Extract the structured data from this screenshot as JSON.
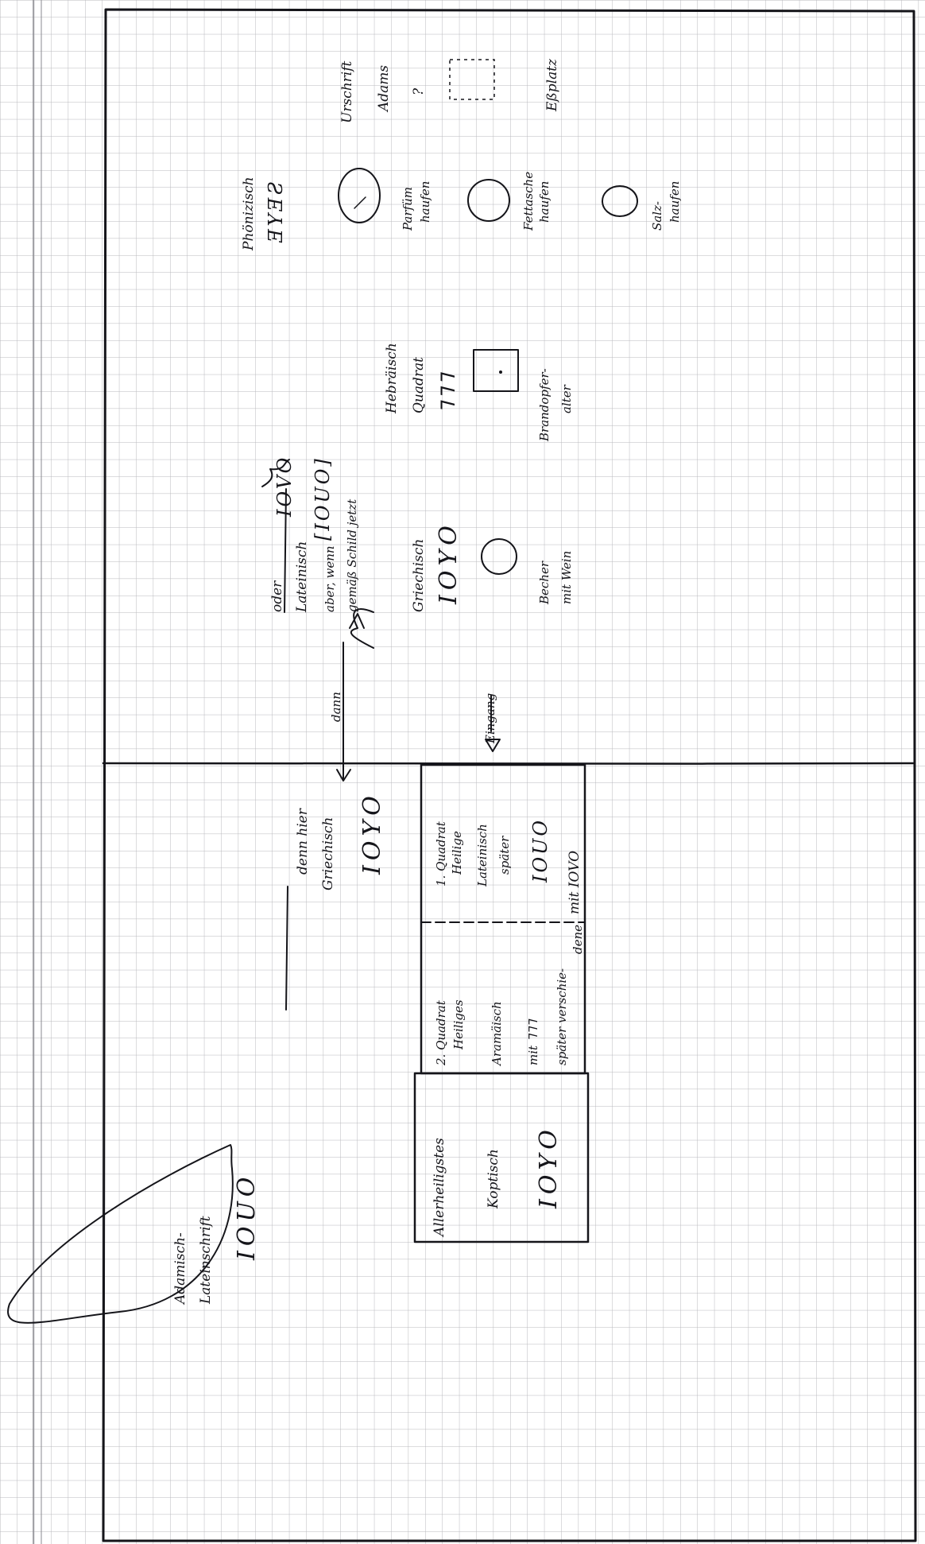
{
  "diagram": {
    "right_panel": {
      "phoenician": {
        "label": "Phönizisch",
        "script": "ƎYƎƧ"
      },
      "top_right": {
        "line1": "Urschrift",
        "line2": "Adams",
        "mark": "?"
      },
      "parfum": {
        "line1": "Parfüm",
        "line2": "haufen"
      },
      "fett": {
        "line1": "Fettasche",
        "line2": "haufen"
      },
      "essplatz": "Eßplatz",
      "salz": {
        "line1": "Salz-",
        "line2": "haufen"
      },
      "hebrew": {
        "label": "Hebräisch",
        "sub": "Quadrat",
        "script": "ᒣᒣᒣ"
      },
      "brand": {
        "line1": "Brandopfer-",
        "line2": "alter"
      },
      "alt_note": {
        "oder": "oder",
        "latin": "Lateinisch",
        "code_a": "IOVO",
        "code_b": "[IOUO]",
        "aber": "aber, wenn",
        "gemaess": "gemäß Schild jetzt"
      },
      "greek": {
        "label": "Griechisch",
        "code": "IOYO"
      },
      "becher": {
        "line1": "Becher",
        "line2": "mit Wein"
      },
      "dann": "dann",
      "eingang": "Eingang"
    },
    "left_panel": {
      "denn_hier": {
        "line1": "denn hier",
        "line2": "Griechisch",
        "code": "IOYO"
      },
      "table": {
        "col1": [
          "1. Quadrat",
          "Heilige",
          "Lateinisch",
          "später",
          "IOUO",
          "mit IOVO"
        ],
        "col2": [
          "2. Quadrat",
          "Heiliges",
          "Aramäisch",
          "mit ᒣᒣᒣ",
          "später verschie-",
          "dene"
        ],
        "col3": [
          "Allerheiligstes",
          "Koptisch",
          "IOYO"
        ]
      },
      "oval": {
        "line1": "Adamisch-",
        "line2": "Lateinschrift",
        "code": "IOUO"
      }
    }
  }
}
